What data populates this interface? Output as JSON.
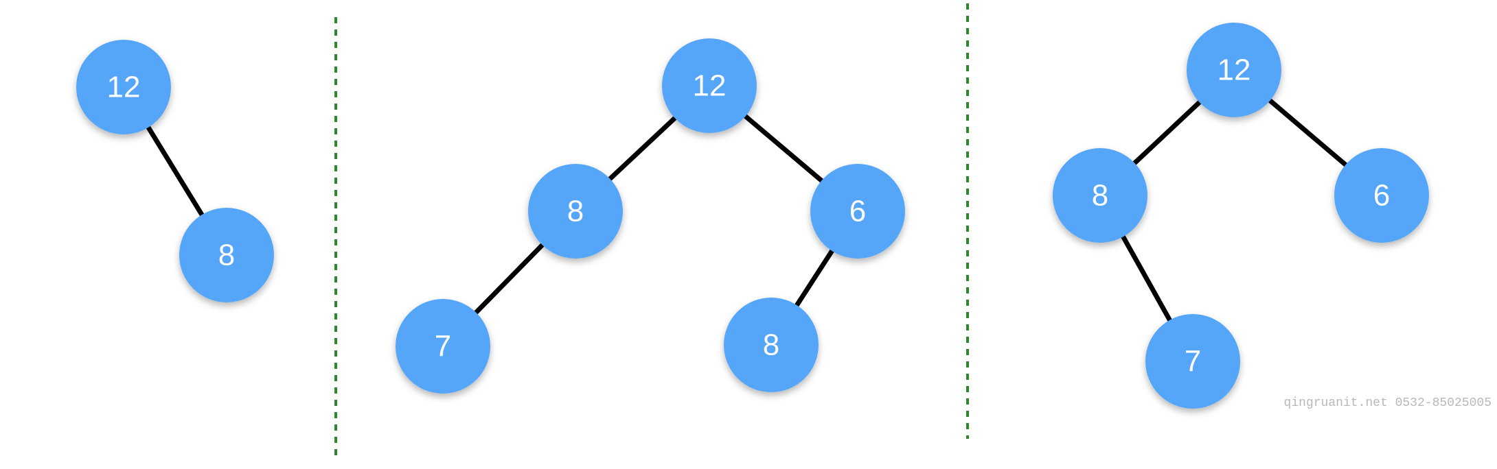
{
  "colors": {
    "node_fill": "#55a6f8",
    "node_text": "#ffffff",
    "edge": "#000000",
    "divider": "#2a8a2a",
    "watermark": "#b8b8b8"
  },
  "trees": [
    {
      "nodes": [
        {
          "label": "12"
        },
        {
          "label": "8"
        }
      ]
    },
    {
      "nodes": [
        {
          "label": "12"
        },
        {
          "label": "8"
        },
        {
          "label": "6"
        },
        {
          "label": "7"
        },
        {
          "label": "8"
        }
      ]
    },
    {
      "nodes": [
        {
          "label": "12"
        },
        {
          "label": "8"
        },
        {
          "label": "6"
        },
        {
          "label": "7"
        }
      ]
    }
  ],
  "watermark": "qingruanit.net 0532-85025005"
}
